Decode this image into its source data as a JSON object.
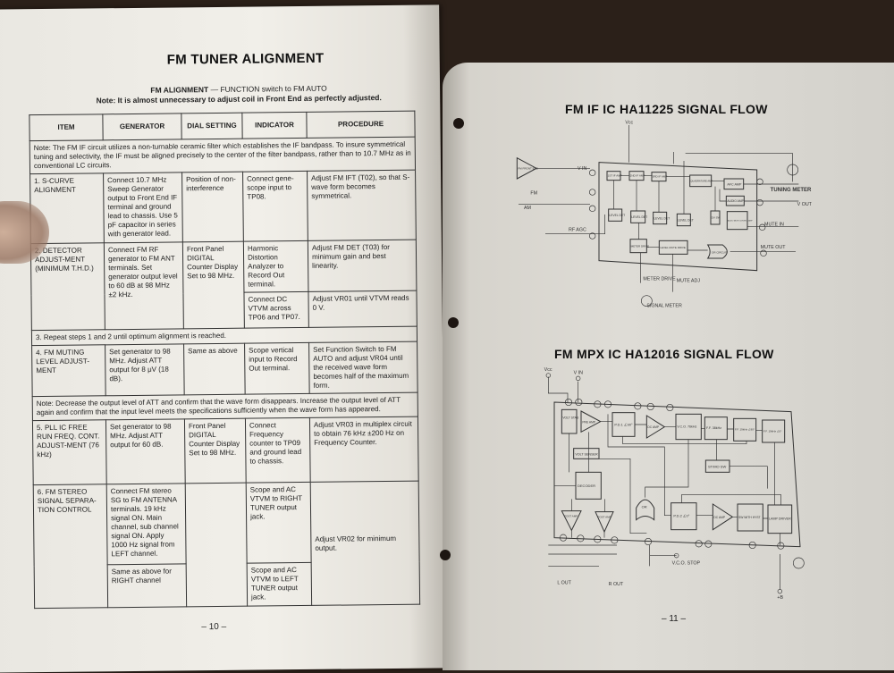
{
  "left_page": {
    "title": "FM TUNER ALIGNMENT",
    "subtitle_bold": "FM ALIGNMENT",
    "subtitle_rest": " — FUNCTION switch to FM AUTO",
    "note_top": "Note: It is almost unnecessary to adjust coil in Front End as perfectly adjusted.",
    "headers": [
      "ITEM",
      "GENERATOR",
      "DIAL SETTING",
      "INDICATOR",
      "PROCEDURE"
    ],
    "note_if": "Note: The FM IF circuit utilizes a non-turnable ceramic filter which establishes the IF bandpass. To insure symmetrical tuning and selectivity, the IF must be aligned precisely to the center of the filter bandpass, rather than to 10.7 MHz as in conventional LC circuits.",
    "row1": {
      "item": "1. S-CURVE ALIGNMENT",
      "generator": "Connect 10.7 MHz Sweep Generator output to Front End IF terminal and ground lead to chassis. Use 5 pF capacitor in series with generator lead.",
      "dial": "Position of non-interference",
      "indicator": "Connect gene-scope input to TP08.",
      "procedure": "Adjust FM IFT (T02), so that S-wave form becomes symmetrical."
    },
    "row2": {
      "item": "2. DETECTOR ADJUST-MENT (MINIMUM T.H.D.)",
      "generator": "Connect FM RF generator to FM ANT terminals. Set generator output level to 60 dB at 98 MHz ±2 kHz.",
      "dial": "Front Panel DIGITAL Counter Display Set to 98 MHz.",
      "indicator_a": "Harmonic Distortion Analyzer to Record Out terminal.",
      "procedure_a": "Adjust FM DET (T03) for minimum gain and best linearity.",
      "indicator_b": "Connect DC VTVM across TP06 and TP07.",
      "procedure_b": "Adjust VR01 until VTVM reads 0 V."
    },
    "row3": "3. Repeat steps 1 and 2 until optimum alignment is reached.",
    "row4": {
      "item": "4. FM MUTING LEVEL ADJUST-MENT",
      "generator": "Set generator to 98 MHz. Adjust ATT output for 8 μV (18 dB).",
      "dial": "Same as above",
      "indicator": "Scope vertical input to Record Out terminal.",
      "procedure": "Set Function Switch to FM AUTO and adjust VR04 until the received wave form becomes half of the maximum form."
    },
    "note_att": "Note: Decrease the output level of ATT and confirm that the wave form disappears. Increase the output level of ATT again and confirm that the input level meets the specifications sufficiently when the wave form has appeared.",
    "row5": {
      "item": "5. PLL IC FREE RUN FREQ. CONT. ADJUST-MENT (76 kHz)",
      "generator": "Set generator to 98 MHz. Adjust ATT output for 60 dB.",
      "dial": "Front Panel DIGITAL Counter Display Set to 98 MHz.",
      "indicator": "Connect Frequency counter to TP09 and ground lead to chassis.",
      "procedure": "Adjust VR03 in multiplex circuit to obtain 76 kHz ±200 Hz on Frequency Counter."
    },
    "row6": {
      "item": "6. FM STEREO SIGNAL SEPARA-TION CONTROL",
      "generator_a": "Connect FM stereo SG to FM ANTENNA terminals. 19 kHz signal ON. Main channel, sub channel signal ON. Apply 1000 Hz signal from LEFT channel.",
      "indicator_a": "Scope and AC VTVM to RIGHT TUNER output jack.",
      "generator_b": "Same as above for RIGHT channel",
      "indicator_b": "Scope and AC VTVM to LEFT TUNER output jack.",
      "procedure": "Adjust VR02 for minimum output."
    },
    "page_number": "– 10 –"
  },
  "right_page": {
    "diagram1": {
      "title": "FM IF IC HA11225 SIGNAL FLOW",
      "blocks": [
        "FM FRONT END",
        "1ST IF AMP",
        "2ND IF AMP",
        "3RD IF AMP",
        "QUADRATURE AMP",
        "AFC AMP",
        "AUDIO AMP",
        "AUDIO MUTE CONTROL AMP",
        "LEVEL DET",
        "LEVEL DET",
        "LEVEL DET",
        "LEVEL DET",
        "DV SW",
        "METER DRIVE",
        "LEVEL MUTE DRIVE",
        "OR CIRCUIT"
      ],
      "labels": [
        "Vcc",
        "V IN",
        "FM",
        "AM",
        "RF AGC",
        "V OUT",
        "TUNING METER",
        "MUTE IN",
        "MUTE OUT",
        "METER DRIVE",
        "MUTE ADJ",
        "SIGNAL METER"
      ]
    },
    "diagram2": {
      "title": "FM MPX IC HA12016 SIGNAL FLOW",
      "blocks": [
        "VOLT STAB",
        "PRE AMP",
        "P.D.1 ∠90°",
        "DC AMP",
        "V.C.O. 76kHz",
        "F.F. 38kHz",
        "F.F. 19kHz ∠90°",
        "F.F. 19kHz ∠0°",
        "VOLT SENSER",
        "ST/MO SW",
        "DECODER",
        "OR",
        "P.D.2 ∠0°",
        "DC AMP",
        "SW WITH HYST",
        "LAMP DRIVER",
        "POST AMP",
        "POST AMP"
      ],
      "labels": [
        "Vcc",
        "V IN",
        "L OUT",
        "R OUT",
        "V.C.O. STOP",
        "+B"
      ]
    },
    "page_number": "– 11 –"
  }
}
